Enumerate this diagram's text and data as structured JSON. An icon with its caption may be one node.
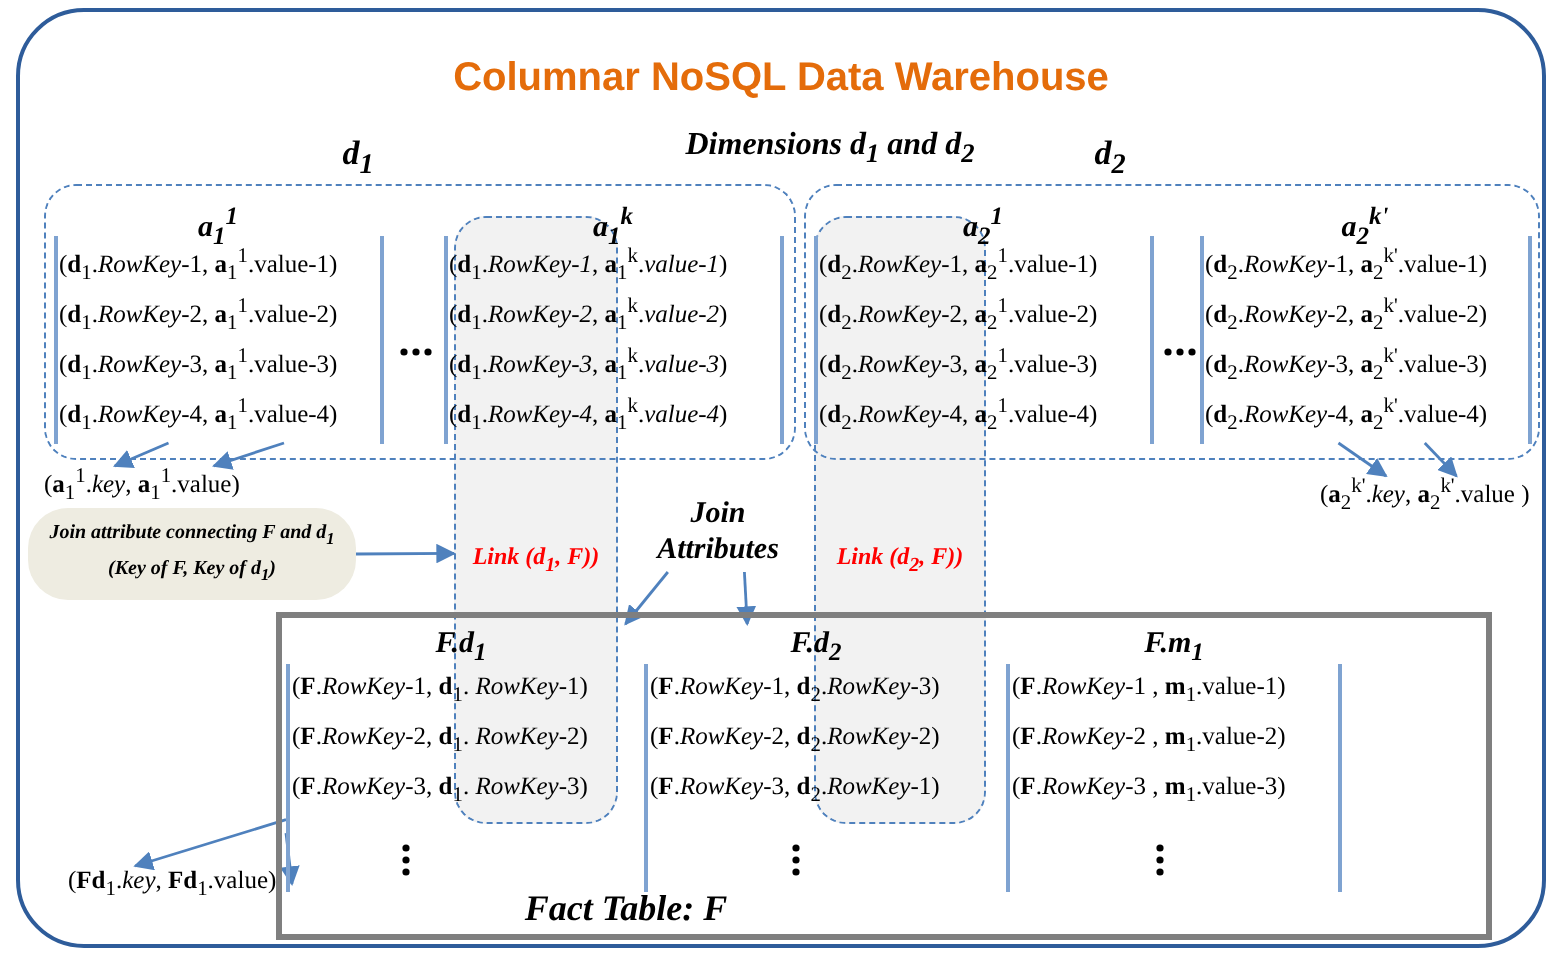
{
  "diagram": {
    "nodes": [
      {
        "text": [
          "Columnar NoSQL Data Warehouse"
        ]
      },
      {
        "text": [
          "d$_{1}$"
        ],
        "in": 0
      },
      {
        "text": [
          "a$_{1}$$^{1}$",
          "(**d**$_{1}$.*RowKey*-1, **a**$_{1}$$^{1}$.value-1)",
          "(**d**$_{1}$.*RowKey*-2, **a**$_{1}$$^{1}$.value-2)",
          "(**d**$_{1}$.*RowKey*-3, **a**$_{1}$$^{1}$.value-3)",
          "(**d**$_{1}$.*RowKey*-4, **a**$_{1}$$^{1}$.value-4)"
        ],
        "in": 1
      },
      {
        "text": [
          "a$_{1}$$^{k}$",
          "(**d**$_{1}$.*RowKey-1*, **a**$_{1}$$^{k}$.*value-1*)",
          "(**d**$_{1}$.*RowKey-2*, **a**$_{1}$$^{k}$.*value-2*)",
          "(**d**$_{1}$.*RowKey-3*, **a**$_{1}$$^{k}$.*value-3*)",
          "(**d**$_{1}$.*RowKey-4*, **a**$_{1}$$^{k}$.*value-4*)"
        ],
        "in": 1
      },
      {
        "text": [
          "d$_{2}$"
        ],
        "in": 0
      },
      {
        "text": [
          "a$_{2}$$^{1}$",
          "(**d**$_{2}$.*RowKey*-1, **a**$_{2}$$^{1}$.value-1)",
          "(**d**$_{2}$.*RowKey*-2, **a**$_{2}$$^{1}$.value-2)",
          "(**d**$_{2}$.*RowKey*-3, **a**$_{2}$$^{1}$.value-3)",
          "(**d**$_{2}$.*RowKey*-4, **a**$_{2}$$^{1}$.value-4)"
        ],
        "in": 4
      },
      {
        "text": [
          "a$_{2}$$^{k'}$",
          "(**d**$_{2}$.*RowKey*-1, **a**$_{2}$$^{k'}$.value-1)",
          "(**d**$_{2}$.*RowKey*-2, **a**$_{2}$$^{k'}$.value-2)",
          "(**d**$_{2}$.*RowKey*-3, **a**$_{2}$$^{k'}$.value-3)",
          "(**d**$_{2}$.*RowKey*-4, **a**$_{2}$$^{k'}$.value-4)"
        ],
        "in": 4
      },
      {
        "text": [
          "Link (d$_{1}$, F))"
        ],
        "in": 0
      },
      {
        "text": [
          "Link (d$_{2}$, F))"
        ],
        "in": 0
      },
      {
        "text": [
          "(**a**$_{1}$$^{1}$.*key*, **a**$_{1}$$^{1}$.value)"
        ],
        "in": 0
      },
      {
        "text": [
          "(**a**$_{2}$$^{k'}$.*key*, **a**$_{2}$$^{k'}$.value )"
        ],
        "in": 0
      },
      {
        "text": [
          "Join attribute connecting F and d$_{1}$ (Key of F, Key of d$_{1}$)"
        ],
        "in": 0
      },
      {
        "text": [
          "Join Attributes"
        ],
        "in": 0
      },
      {
        "text": [
          "Fact Table: F"
        ],
        "in": 0
      },
      {
        "text": [
          "F.d$_{1}$",
          "(**F**.*RowKey*-1, **d**$_{1}$. *RowKey*-1)",
          "(**F**.*RowKey*-2, **d**$_{1}$. *RowKey*-2)",
          "(**F**.*RowKey*-3, **d**$_{1}$. *RowKey*-3)"
        ],
        "in": 13
      },
      {
        "text": [
          "F.d$_{2}$",
          "(**F**.*RowKey*-1, **d**$_{2}$.*RowKey*-3)",
          "(**F**.*RowKey*-2, **d**$_{2}$.*RowKey*-2)",
          "(**F**.*RowKey*-3, **d**$_{2}$.*RowKey*-1)"
        ],
        "in": 13
      },
      {
        "text": [
          "F.m$_{1}$",
          "(**F**.*RowKey*-1 , **m**$_{1}$.value-1)",
          "(**F**.*RowKey*-2 , **m**$_{1}$.value-2)",
          "(**F**.*RowKey*-3 , **m**$_{1}$.value-3)"
        ],
        "in": 13
      },
      {
        "text": [
          "(**Fd**$_{1}$.*key*, **Fd**$_{1}$.value)"
        ],
        "in": 0
      }
    ],
    "edges": [
      {
        "from": 2,
        "to": 9,
        "arrow": "to"
      },
      {
        "from": 2,
        "to": 9,
        "arrow": "to"
      },
      {
        "from": 6,
        "to": 10,
        "arrow": "to"
      },
      {
        "from": 6,
        "to": 10,
        "arrow": "to"
      },
      {
        "from": 11,
        "to": 7,
        "arrow": "to"
      },
      {
        "from": 12,
        "to": 14,
        "arrow": "to"
      },
      {
        "from": 12,
        "to": 15,
        "arrow": "to"
      },
      {
        "from": 14,
        "to": 17,
        "arrow": "to"
      },
      {
        "from": 14,
        "to": 17,
        "arrow": "to"
      }
    ],
    "labels": [
      "Dimensions d$_{1}$ and d$_{2}$"
    ]
  }
}
